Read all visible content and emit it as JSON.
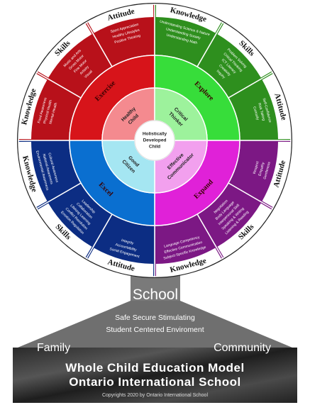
{
  "center": {
    "line1": "Holistically",
    "line2": "Developed",
    "line3": "Child"
  },
  "quadrants": [
    {
      "inner1": "Healthy",
      "inner2": "Child",
      "verb": "Exercise",
      "color": "#d7141a",
      "inner_color": "#f48a8f",
      "outer_color": "#b8111a"
    },
    {
      "inner1": "Critical",
      "inner2": "Thinker",
      "verb": "Explore",
      "color": "#37dd3a",
      "inner_color": "#9df29c",
      "outer_color": "#2e8f1e"
    },
    {
      "inner1": "Effective",
      "inner2": "Communicator",
      "verb": "Expand",
      "color": "#e021d8",
      "inner_color": "#f2a0ee",
      "outer_color": "#7c1884"
    },
    {
      "inner1": "Good",
      "inner2": "Citizen",
      "verb": "Excel",
      "color": "#0a6fd0",
      "inner_color": "#a5e6f2",
      "outer_color": "#0c2d83"
    }
  ],
  "outer_labels": [
    {
      "label": "Attitude",
      "items": [
        "Sport Appreciation",
        "Healthy Lifestyles",
        "Positive Thinking"
      ]
    },
    {
      "label": "Skills",
      "items": [
        "Music and Arts",
        "Gross Motor",
        "Fine Motor",
        "Artistry",
        "Visual"
      ]
    },
    {
      "label": "Knowledge",
      "items": [
        "Food Awareness",
        "Physical Health",
        "Mental Health"
      ]
    },
    {
      "label": "Knowledge",
      "items": [
        "Understanding Science & Nature",
        "Understanding Society",
        "Understanding Math"
      ]
    },
    {
      "label": "Skills",
      "items": [
        "Problem Solving",
        "Critical Thinking",
        "ICT Literacy",
        "Creativity",
        "Inquiry"
      ]
    },
    {
      "label": "Attitude",
      "items": [
        "Self-Confidence",
        "Risk Taking",
        "Curiosity"
      ]
    },
    {
      "label": "Attitude",
      "items": [
        "Respect",
        "Empathy",
        "Gentleness"
      ]
    },
    {
      "label": "Skills",
      "items": [
        "Negotiation",
        "Body Language",
        "Interpersonal Skill",
        "Speaking & Writing",
        "Listening & Reading"
      ]
    },
    {
      "label": "Knowledge",
      "items": [
        "Language Competency",
        "Effective Communication",
        "Subject-Specific Knowledge"
      ]
    },
    {
      "label": "Attitude",
      "items": [
        "Integrity",
        "Accountability",
        "Social Engagement"
      ]
    },
    {
      "label": "Skills",
      "items": [
        "Leadership",
        "Collaboration",
        "Lifelong Learning",
        "Conflict Resolution",
        "Emotion Regulation"
      ]
    },
    {
      "label": "Knowledge",
      "items": [
        "Cultural Awareness",
        "National Awareness",
        "Environmental Awareness"
      ]
    }
  ],
  "school": "School",
  "tagline1": "Safe Secure Stimulating",
  "tagline2": "Student Centered Enviroment",
  "family": "Family",
  "community": "Community",
  "title1": "Whole Child Education Model",
  "title2": "Ontario International School",
  "copyright": "Copyrights 2020 by Ontario International School"
}
